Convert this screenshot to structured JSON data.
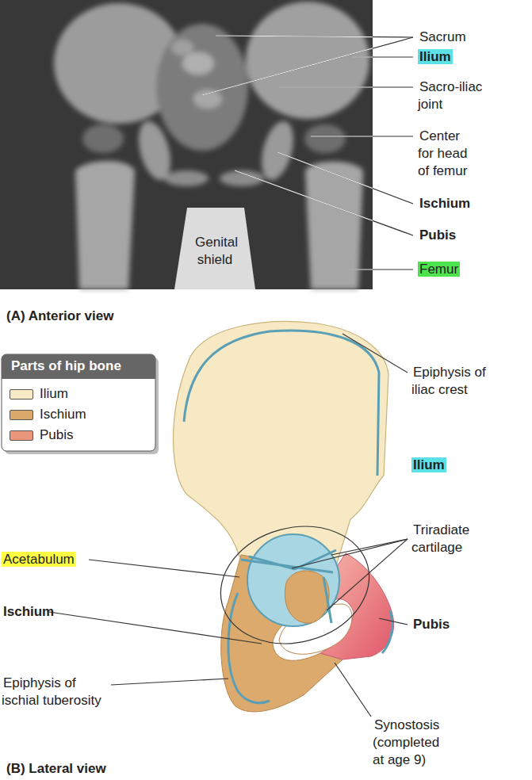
{
  "diagram": {
    "labels": [
      "Sacrum",
      "Ilium",
      "Sacro-iliac joint",
      "Center for head of femur",
      "Ischium",
      "Pubis",
      "Genital shield",
      "Femur",
      "(A) Anterior view",
      "Parts of hip bone",
      "Epiphysis of iliac crest",
      "Ilium",
      "Triradiate cartilage",
      "Acetabulum",
      "Ischium",
      "Pubis",
      "Epiphysis of ischial tuberosity",
      "Synostosis (completed at age 9)",
      "(B) Lateral view"
    ],
    "legend": [
      {
        "text": "Ilium",
        "color": "#f6e9c4"
      },
      {
        "text": "Ischium",
        "color": "#d9a86a"
      },
      {
        "text": "Pubis",
        "color": "#e9967a"
      }
    ]
  }
}
